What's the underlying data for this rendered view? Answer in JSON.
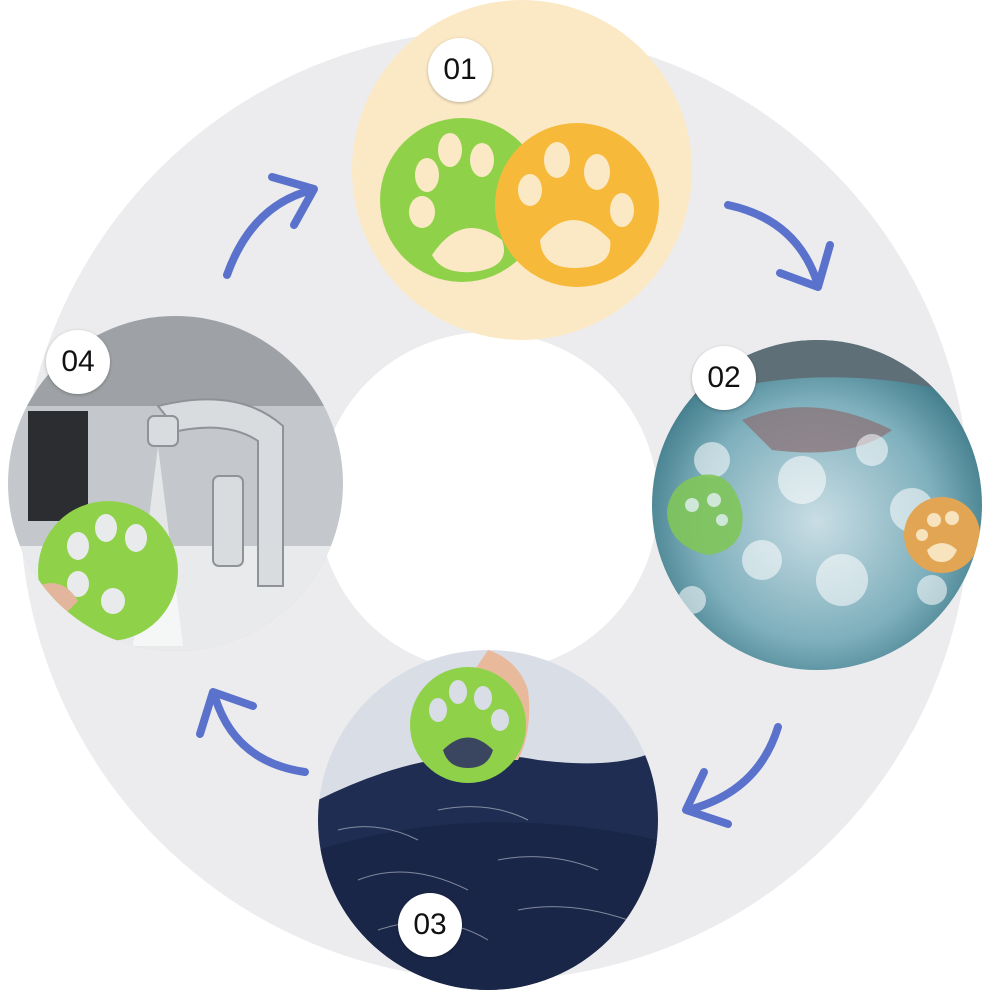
{
  "steps": [
    {
      "number": "01",
      "scene": "two-paw-lint-catchers"
    },
    {
      "number": "02",
      "scene": "washing-machine-drum"
    },
    {
      "number": "03",
      "scene": "catcher-with-pet-hair-on-fabric"
    },
    {
      "number": "04",
      "scene": "rinsing-under-faucet"
    }
  ],
  "colors": {
    "ring": "#ececee",
    "arrow": "#5a72cc",
    "catcher_green": "#8fd24a",
    "catcher_yellow": "#f6b93a",
    "step1_background": "#fbe9c6"
  }
}
